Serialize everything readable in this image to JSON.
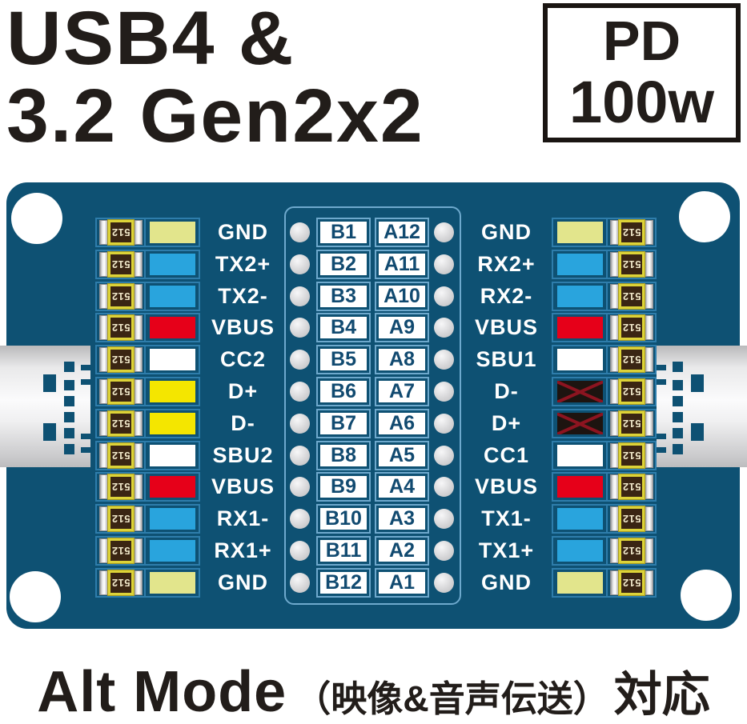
{
  "header": {
    "title_line1": "USB4 &",
    "title_line2": "3.2 Gen2x2",
    "pd_badge": {
      "line1": "PD",
      "line2": "100w"
    }
  },
  "footer": {
    "alt_mode": "Alt Mode",
    "jp_note": "（映像&音声伝送）",
    "suffix": "対応"
  },
  "board": {
    "resistor_value": "512"
  },
  "colors": {
    "board": "#0e5173",
    "cell_border": "#2e7dab",
    "center_border": "#6ea9cd",
    "pin_text": "#ffffff",
    "ab_text": "#114a70",
    "gnd": "#e2e58c",
    "highspeed": "#29a4dd",
    "vbus": "#e60019",
    "cc": "#ffffff",
    "usb2": "#f4e600",
    "sbu": "#ffffff",
    "disabled": "#1d1410",
    "x_line": "#8c1420"
  },
  "pins": {
    "left": [
      {
        "label": "GND",
        "color": "gnd"
      },
      {
        "label": "TX2+",
        "color": "highspeed"
      },
      {
        "label": "TX2-",
        "color": "highspeed"
      },
      {
        "label": "VBUS",
        "color": "vbus"
      },
      {
        "label": "CC2",
        "color": "cc"
      },
      {
        "label": "D+",
        "color": "usb2"
      },
      {
        "label": "D-",
        "color": "usb2"
      },
      {
        "label": "SBU2",
        "color": "sbu"
      },
      {
        "label": "VBUS",
        "color": "vbus"
      },
      {
        "label": "RX1-",
        "color": "highspeed"
      },
      {
        "label": "RX1+",
        "color": "highspeed"
      },
      {
        "label": "GND",
        "color": "gnd"
      }
    ],
    "right": [
      {
        "label": "GND",
        "color": "gnd"
      },
      {
        "label": "RX2+",
        "color": "highspeed"
      },
      {
        "label": "RX2-",
        "color": "highspeed"
      },
      {
        "label": "VBUS",
        "color": "vbus"
      },
      {
        "label": "SBU1",
        "color": "sbu"
      },
      {
        "label": "D-",
        "color": "disabled",
        "crossed": true
      },
      {
        "label": "D+",
        "color": "disabled",
        "crossed": true
      },
      {
        "label": "CC1",
        "color": "cc"
      },
      {
        "label": "VBUS",
        "color": "vbus"
      },
      {
        "label": "TX1-",
        "color": "highspeed"
      },
      {
        "label": "TX1+",
        "color": "highspeed"
      },
      {
        "label": "GND",
        "color": "gnd"
      }
    ],
    "center": [
      {
        "b": "B1",
        "a": "A12"
      },
      {
        "b": "B2",
        "a": "A11"
      },
      {
        "b": "B3",
        "a": "A10"
      },
      {
        "b": "B4",
        "a": "A9"
      },
      {
        "b": "B5",
        "a": "A8"
      },
      {
        "b": "B6",
        "a": "A7"
      },
      {
        "b": "B7",
        "a": "A6"
      },
      {
        "b": "B8",
        "a": "A5"
      },
      {
        "b": "B9",
        "a": "A4"
      },
      {
        "b": "B10",
        "a": "A3"
      },
      {
        "b": "B11",
        "a": "A2"
      },
      {
        "b": "B12",
        "a": "A1"
      }
    ]
  }
}
